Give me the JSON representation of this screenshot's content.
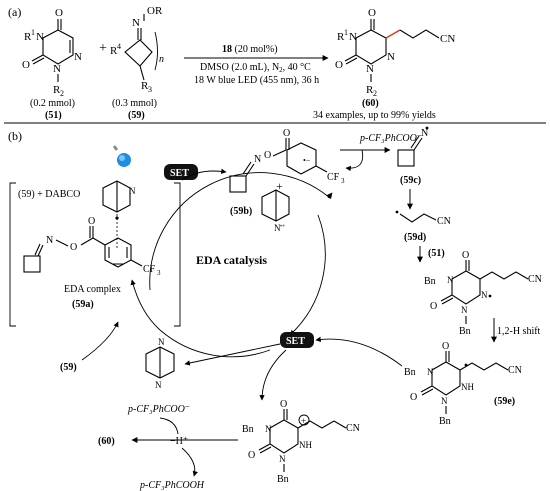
{
  "panel_a": {
    "label": "(a)",
    "reactant1": {
      "r1": "R",
      "r1_sub": "1",
      "r2": "R",
      "r2_sub": "2",
      "n": "N",
      "o": "O",
      "amount": "(0.2 mmol)",
      "id": "(51)"
    },
    "plus": "+",
    "reactant2": {
      "or": "OR",
      "n": "N",
      "r4": "R",
      "r4_sub": "4",
      "r3": "R",
      "r3_sub": "3",
      "n_index": "n",
      "amount": "(0.3 mmol)",
      "id": "(59)"
    },
    "conditions": {
      "catalyst": "18",
      "catalyst_load": " (20 mol%)",
      "line2": "DMSO (2.0 mL), N",
      "line2_sub": "2",
      "line2_tail": ", 40 °C",
      "line3": "18 W blue LED (455  nm), 36 h"
    },
    "product": {
      "cn": "CN",
      "id": "(60)",
      "note": "34 examples, up to 99% yields"
    }
  },
  "panel_b": {
    "label": "(b)",
    "set_label": "SET",
    "ncat_label": "EDA catalysis",
    "eda_box": {
      "title": "(59) + DABCO",
      "caption": "EDA complex",
      "id": "(59a)",
      "cf3": "CF",
      "cf3_sub": "3"
    },
    "species_59b": {
      "id": "(59b)",
      "plus": "+",
      "cf3": "CF",
      "cf3_sub": "3",
      "n_plus": "N",
      "n_plus_sup": "•+"
    },
    "species_59c": {
      "byproduct": "p-CF₃PhCOO⁻",
      "id": "(59c)"
    },
    "species_59d": {
      "id": "(59d)",
      "cn": "CN"
    },
    "step_51": "(51)",
    "intermediate_radical": {
      "bn1": "Bn",
      "bn2": "Bn",
      "cn": "CN"
    },
    "shift": "1,2-H shift",
    "species_59e": {
      "id": "(59e)",
      "bn1": "Bn",
      "bn2": "Bn",
      "nh": "NH",
      "cn": "CN"
    },
    "cation": {
      "bn1": "Bn",
      "bn2": "Bn",
      "nh": "NH",
      "cn": "CN",
      "charge": "+"
    },
    "deprot": {
      "base": "p-CF₃PhCOO⁻",
      "proton": "−H⁺",
      "product": "(60)",
      "acid": "p-CF₃PhCOOH"
    },
    "regen_59": "(59)"
  }
}
